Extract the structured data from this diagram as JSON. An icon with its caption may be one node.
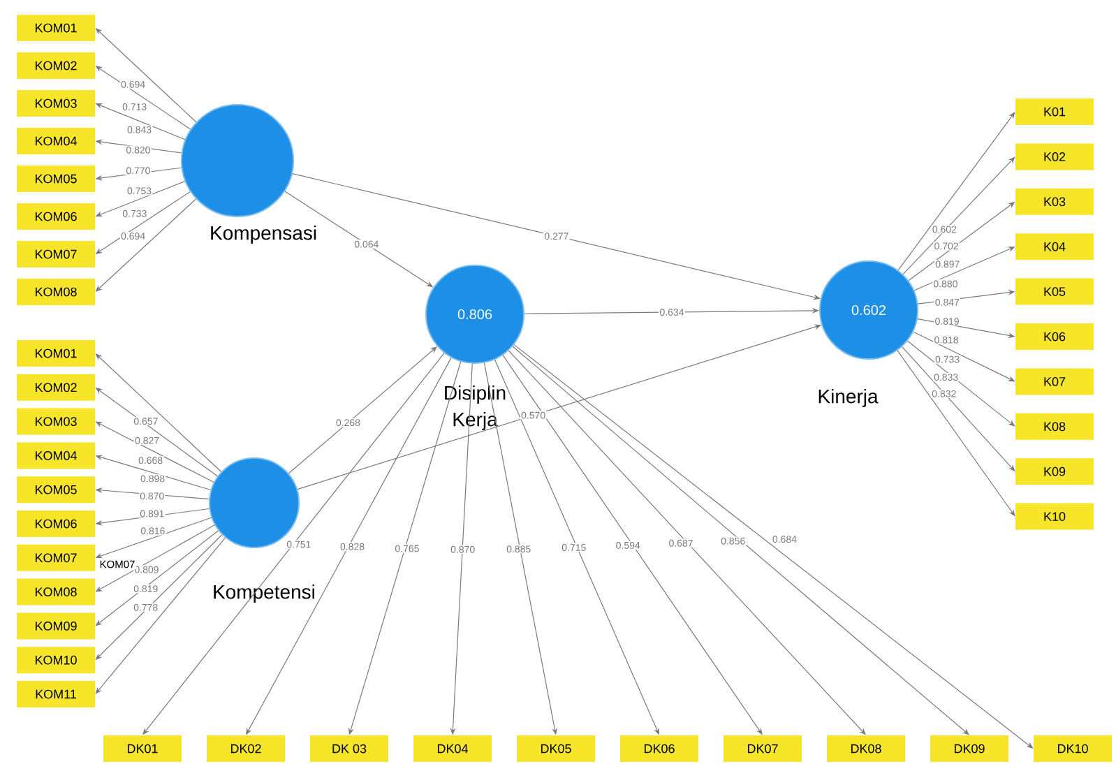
{
  "diagram": {
    "nodes": [
      {
        "text": [
          "KOM01"
        ]
      },
      {
        "text": [
          "KOM02"
        ]
      },
      {
        "text": [
          "KOM03"
        ]
      },
      {
        "text": [
          "KOM04"
        ]
      },
      {
        "text": [
          "KOM05"
        ]
      },
      {
        "text": [
          "KOM06"
        ]
      },
      {
        "text": [
          "KOM07"
        ]
      },
      {
        "text": [
          "KOM08"
        ]
      },
      {
        "text": [
          "Kompensasi"
        ]
      },
      {
        "text": [
          "0.806",
          "Disiplin Kerja"
        ]
      },
      {
        "text": [
          "0.602",
          "Kinerja"
        ]
      },
      {
        "text": [
          "K01"
        ]
      },
      {
        "text": [
          "K02"
        ]
      },
      {
        "text": [
          "K03"
        ]
      },
      {
        "text": [
          "K04"
        ]
      },
      {
        "text": [
          "K05"
        ]
      },
      {
        "text": [
          "K06"
        ]
      },
      {
        "text": [
          "K07"
        ]
      },
      {
        "text": [
          "K08"
        ]
      },
      {
        "text": [
          "K09"
        ]
      },
      {
        "text": [
          "K10"
        ]
      },
      {
        "text": [
          "KOM01"
        ]
      },
      {
        "text": [
          "KOM02"
        ]
      },
      {
        "text": [
          "KOM03"
        ]
      },
      {
        "text": [
          "KOM04"
        ]
      },
      {
        "text": [
          "KOM05"
        ]
      },
      {
        "text": [
          "KOM06"
        ]
      },
      {
        "text": [
          "KOM07"
        ]
      },
      {
        "text": [
          "KOM08"
        ]
      },
      {
        "text": [
          "KOM09"
        ]
      },
      {
        "text": [
          "KOM10"
        ]
      },
      {
        "text": [
          "KOM11"
        ]
      },
      {
        "text": [
          "Kompetensi"
        ]
      },
      {
        "text": [
          "DK01"
        ]
      },
      {
        "text": [
          "DK02"
        ]
      },
      {
        "text": [
          "DK 03"
        ]
      },
      {
        "text": [
          "DK04"
        ]
      },
      {
        "text": [
          "DK05"
        ]
      },
      {
        "text": [
          "DK06"
        ]
      },
      {
        "text": [
          "DK07"
        ]
      },
      {
        "text": [
          "DK08"
        ]
      },
      {
        "text": [
          "DK09"
        ]
      },
      {
        "text": [
          "DK10"
        ]
      }
    ],
    "edges": [
      {
        "from": 8,
        "to": 9,
        "arrow": "to",
        "label": "0.064"
      },
      {
        "from": 8,
        "to": 10,
        "arrow": "to",
        "label": "0.277"
      },
      {
        "from": 9,
        "to": 10,
        "arrow": "to",
        "label": "0.634"
      },
      {
        "from": 32,
        "to": 9,
        "arrow": "to",
        "label": "0.268"
      },
      {
        "from": 32,
        "to": 10,
        "arrow": "to",
        "label": "0.570"
      },
      {
        "from": 8,
        "to": 0,
        "arrow": "to",
        "label": "0.694"
      },
      {
        "from": 8,
        "to": 1,
        "arrow": "to",
        "label": "0.713"
      },
      {
        "from": 8,
        "to": 2,
        "arrow": "to",
        "label": "0.843"
      },
      {
        "from": 8,
        "to": 3,
        "arrow": "to",
        "label": "0.820"
      },
      {
        "from": 8,
        "to": 4,
        "arrow": "to",
        "label": "0.770"
      },
      {
        "from": 8,
        "to": 5,
        "arrow": "to",
        "label": "0.753"
      },
      {
        "from": 8,
        "to": 6,
        "arrow": "to",
        "label": "0.733"
      },
      {
        "from": 8,
        "to": 7,
        "arrow": "to",
        "label": "0.694"
      },
      {
        "from": 10,
        "to": 11,
        "arrow": "to",
        "label": "0.602"
      },
      {
        "from": 10,
        "to": 12,
        "arrow": "to",
        "label": "0.702"
      },
      {
        "from": 10,
        "to": 13,
        "arrow": "to",
        "label": "0.897"
      },
      {
        "from": 10,
        "to": 14,
        "arrow": "to",
        "label": "0.880"
      },
      {
        "from": 10,
        "to": 15,
        "arrow": "to",
        "label": "0.847"
      },
      {
        "from": 10,
        "to": 16,
        "arrow": "to",
        "label": "0.819"
      },
      {
        "from": 10,
        "to": 17,
        "arrow": "to",
        "label": "0.818"
      },
      {
        "from": 10,
        "to": 18,
        "arrow": "to",
        "label": "0.733"
      },
      {
        "from": 10,
        "to": 19,
        "arrow": "to",
        "label": "0.833"
      },
      {
        "from": 10,
        "to": 20,
        "arrow": "to",
        "label": "0.832"
      },
      {
        "from": 32,
        "to": 21,
        "arrow": "to",
        "label": "0.657"
      },
      {
        "from": 32,
        "to": 22,
        "arrow": "to",
        "label": "0.827"
      },
      {
        "from": 32,
        "to": 23,
        "arrow": "to",
        "label": "0.668"
      },
      {
        "from": 32,
        "to": 24,
        "arrow": "to",
        "label": "0.898"
      },
      {
        "from": 32,
        "to": 25,
        "arrow": "to",
        "label": "0.870"
      },
      {
        "from": 32,
        "to": 26,
        "arrow": "to",
        "label": "0.891"
      },
      {
        "from": 32,
        "to": 27,
        "arrow": "to",
        "label": "0.816"
      },
      {
        "from": 32,
        "to": 28,
        "arrow": "to"
      },
      {
        "from": 32,
        "to": 29,
        "arrow": "to",
        "label": "0.809"
      },
      {
        "from": 32,
        "to": 30,
        "arrow": "to",
        "label": "0.819"
      },
      {
        "from": 32,
        "to": 31,
        "arrow": "to",
        "label": "0.778"
      },
      {
        "from": 9,
        "to": 33,
        "arrow": "to",
        "label": "0.751"
      },
      {
        "from": 9,
        "to": 34,
        "arrow": "to",
        "label": "0.828"
      },
      {
        "from": 9,
        "to": 35,
        "arrow": "to",
        "label": "0.765"
      },
      {
        "from": 9,
        "to": 36,
        "arrow": "to",
        "label": "0.870"
      },
      {
        "from": 9,
        "to": 37,
        "arrow": "to",
        "label": "0.885"
      },
      {
        "from": 9,
        "to": 38,
        "arrow": "to",
        "label": "0.715"
      },
      {
        "from": 9,
        "to": 39,
        "arrow": "to",
        "label": "0.594"
      },
      {
        "from": 9,
        "to": 40,
        "arrow": "to",
        "label": "0.687"
      },
      {
        "from": 9,
        "to": 41,
        "arrow": "to",
        "label": "0.856"
      },
      {
        "from": 9,
        "to": 42,
        "arrow": "to",
        "label": "0.684"
      }
    ],
    "labels": [
      "KOM07"
    ]
  }
}
